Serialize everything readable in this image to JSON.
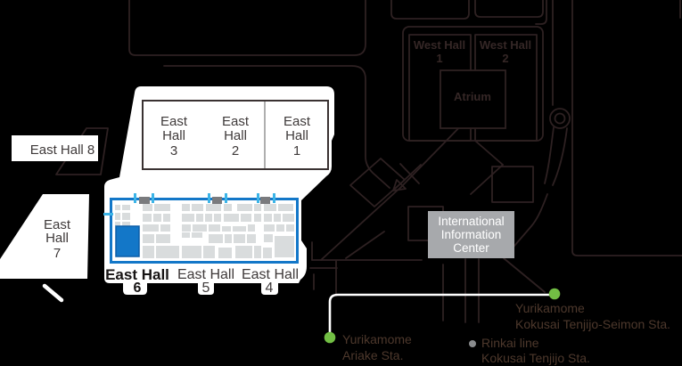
{
  "colors": {
    "map_bg": "#000000",
    "road": "#2e2122",
    "map_text": "#352726",
    "station_text": "#4d382c",
    "plan_blue": "#1377c8",
    "plan_blue_dark": "#0d5fa8",
    "tick_blue": "#3cb4e7",
    "booth_gray": "#d9dcdd",
    "entrance_gray": "#7a7b7e",
    "info_bg": "#a7a9ac",
    "green": "#72bf44",
    "rinkai_gray": "#8a8c8e"
  },
  "labels": {
    "east_hall_8": "East Hall 8",
    "east_hall_7": {
      "lines": [
        "East",
        "Hall",
        "7"
      ]
    },
    "east_halls_box": {
      "columns": [
        {
          "lines": [
            "East",
            "Hall",
            "3"
          ]
        },
        {
          "lines": [
            "East",
            "Hall",
            "2"
          ]
        },
        {
          "lines": [
            "East",
            "Hall",
            "1"
          ]
        }
      ]
    },
    "west_halls": {
      "hall1": {
        "lines": [
          "West Hall",
          "1"
        ]
      },
      "hall2": {
        "lines": [
          "West Hall",
          "2"
        ]
      },
      "atrium": "Atrium"
    },
    "info_center": {
      "lines": [
        "International",
        "Information",
        "Center"
      ]
    },
    "bottom_halls": [
      {
        "name": "East Hall",
        "number": "6",
        "highlight": true
      },
      {
        "name": "East Hall",
        "number": "5",
        "highlight": false
      },
      {
        "name": "East Hall",
        "number": "4",
        "highlight": false
      }
    ]
  },
  "stations": {
    "seimon": {
      "lines": [
        "Yurikamome",
        "Kokusai Tenjijo-Seimon Sta."
      ],
      "marker": "green"
    },
    "ariake": {
      "lines": [
        "Yurikamome",
        "Ariake Sta."
      ],
      "marker": "green"
    },
    "rinkai": {
      "lines": [
        "Rinkai line",
        "Kokusai Tenjijo Sta."
      ],
      "marker": "gray"
    }
  },
  "floorplan": {
    "highlight_booth": [
      3,
      27,
      26,
      34
    ],
    "booths": [
      [
        33,
        2,
        11,
        8
      ],
      [
        46,
        2,
        18,
        8
      ],
      [
        77,
        2,
        9,
        8
      ],
      [
        88,
        2,
        13,
        8
      ],
      [
        104,
        2,
        17,
        8
      ],
      [
        124,
        2,
        9,
        8
      ],
      [
        139,
        2,
        17,
        8
      ],
      [
        158,
        2,
        8,
        8
      ],
      [
        169,
        2,
        14,
        8
      ],
      [
        185,
        2,
        17,
        8
      ],
      [
        2,
        3,
        6,
        6
      ],
      [
        10,
        3,
        9,
        6
      ],
      [
        2,
        12,
        6,
        8
      ],
      [
        10,
        12,
        9,
        8
      ],
      [
        33,
        13,
        10,
        9
      ],
      [
        45,
        13,
        9,
        9
      ],
      [
        56,
        13,
        8,
        9
      ],
      [
        77,
        13,
        14,
        9
      ],
      [
        93,
        13,
        8,
        9
      ],
      [
        103,
        13,
        8,
        9
      ],
      [
        113,
        13,
        8,
        9
      ],
      [
        124,
        13,
        17,
        9
      ],
      [
        143,
        13,
        12,
        9
      ],
      [
        158,
        13,
        8,
        9
      ],
      [
        169,
        13,
        9,
        9
      ],
      [
        180,
        13,
        8,
        9
      ],
      [
        190,
        13,
        13,
        9
      ],
      [
        2,
        22,
        6,
        5
      ],
      [
        10,
        22,
        9,
        5
      ],
      [
        33,
        25,
        18,
        8
      ],
      [
        53,
        25,
        11,
        8
      ],
      [
        77,
        25,
        10,
        8
      ],
      [
        89,
        25,
        16,
        8
      ],
      [
        107,
        25,
        13,
        8
      ],
      [
        122,
        27,
        10,
        6
      ],
      [
        134,
        27,
        15,
        6
      ],
      [
        151,
        25,
        8,
        8
      ],
      [
        169,
        25,
        12,
        8
      ],
      [
        183,
        25,
        9,
        8
      ],
      [
        194,
        25,
        9,
        8
      ],
      [
        33,
        36,
        13,
        10
      ],
      [
        48,
        36,
        16,
        10
      ],
      [
        77,
        34,
        9,
        6
      ],
      [
        88,
        34,
        12,
        6
      ],
      [
        107,
        36,
        16,
        10
      ],
      [
        125,
        36,
        8,
        10
      ],
      [
        135,
        36,
        13,
        10
      ],
      [
        150,
        36,
        10,
        10
      ],
      [
        169,
        36,
        10,
        9
      ],
      [
        181,
        38,
        22,
        24
      ],
      [
        33,
        49,
        13,
        14
      ],
      [
        48,
        49,
        26,
        14
      ],
      [
        77,
        49,
        22,
        14
      ],
      [
        101,
        49,
        13,
        14
      ],
      [
        118,
        51,
        15,
        12
      ],
      [
        137,
        49,
        19,
        14
      ],
      [
        158,
        49,
        8,
        14
      ],
      [
        168,
        51,
        10,
        12
      ]
    ],
    "entrances": [
      [
        156,
        221,
        12,
        8
      ],
      [
        238,
        221,
        11,
        8
      ],
      [
        292,
        221,
        11,
        8
      ]
    ],
    "ticks_x": [
      150,
      170,
      233,
      252,
      288,
      306
    ],
    "side_tick": [
      116,
      239,
      11,
      3
    ]
  }
}
